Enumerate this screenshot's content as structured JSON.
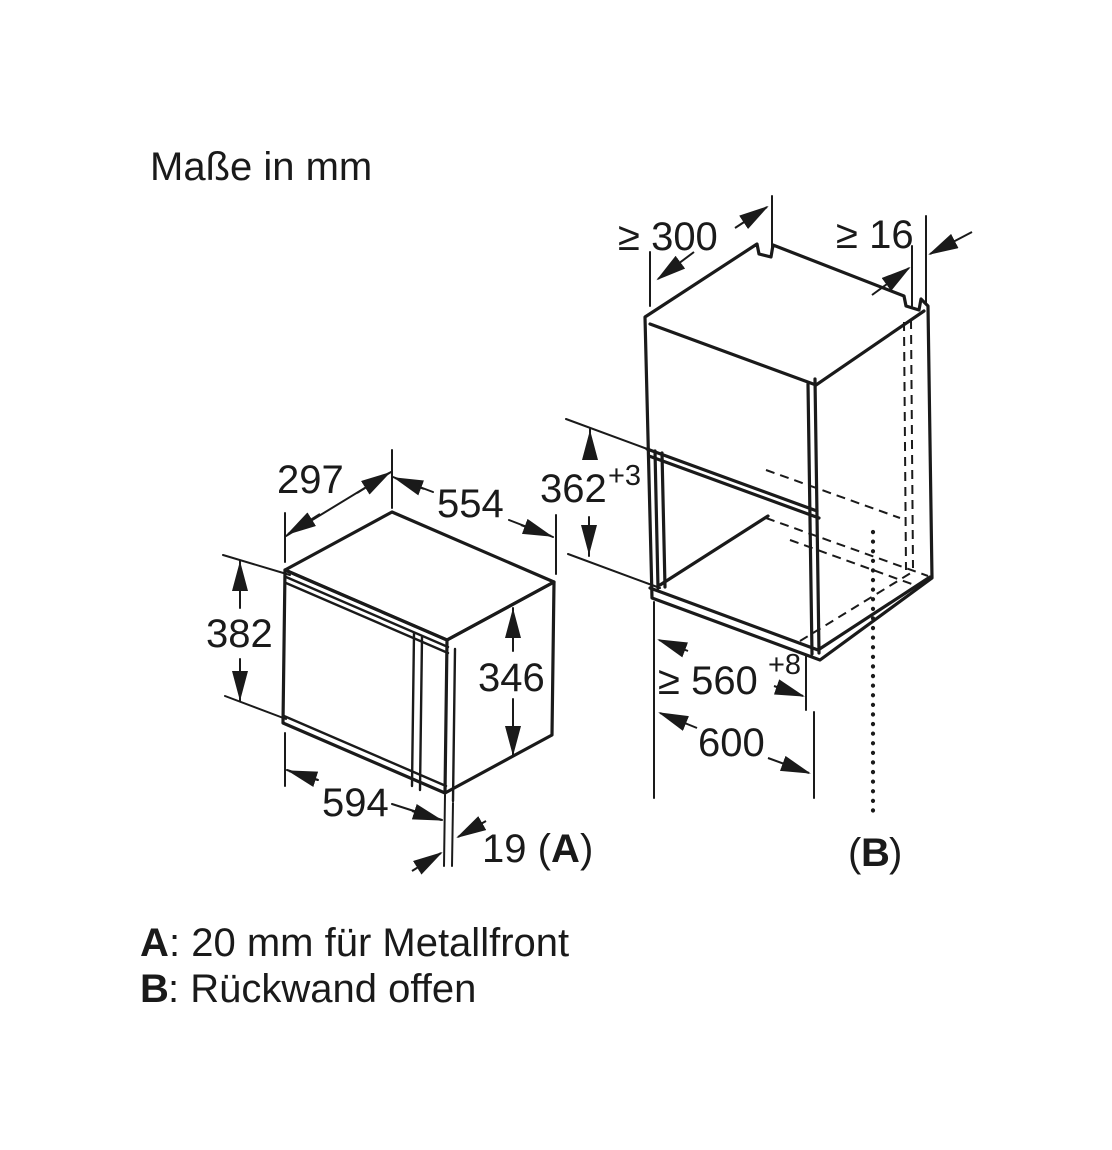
{
  "title": "Maße in mm",
  "colors": {
    "line": "#1a1a1a",
    "background": "#ffffff"
  },
  "microwave": {
    "depth_top": "297",
    "width_top": "554",
    "height": "382",
    "side_height": "346",
    "width_front": "594",
    "door_dim_prefix": "19 (",
    "marker": "A",
    "marker_close": ")"
  },
  "cabinet": {
    "top_depth_min": "≥ 300",
    "wall_gap_min": "≥ 16",
    "niche_height": "362",
    "niche_height_tol": "+3",
    "inner_width_min": "≥ 560",
    "inner_width_tol": "+8",
    "outer_width": "600",
    "marker_open": "(",
    "marker": "B",
    "marker_close": ")"
  },
  "legend": {
    "a_key": "A",
    "a_text": ": 20 mm für Metallfront",
    "b_key": "B",
    "b_text": ": Rückwand offen"
  }
}
